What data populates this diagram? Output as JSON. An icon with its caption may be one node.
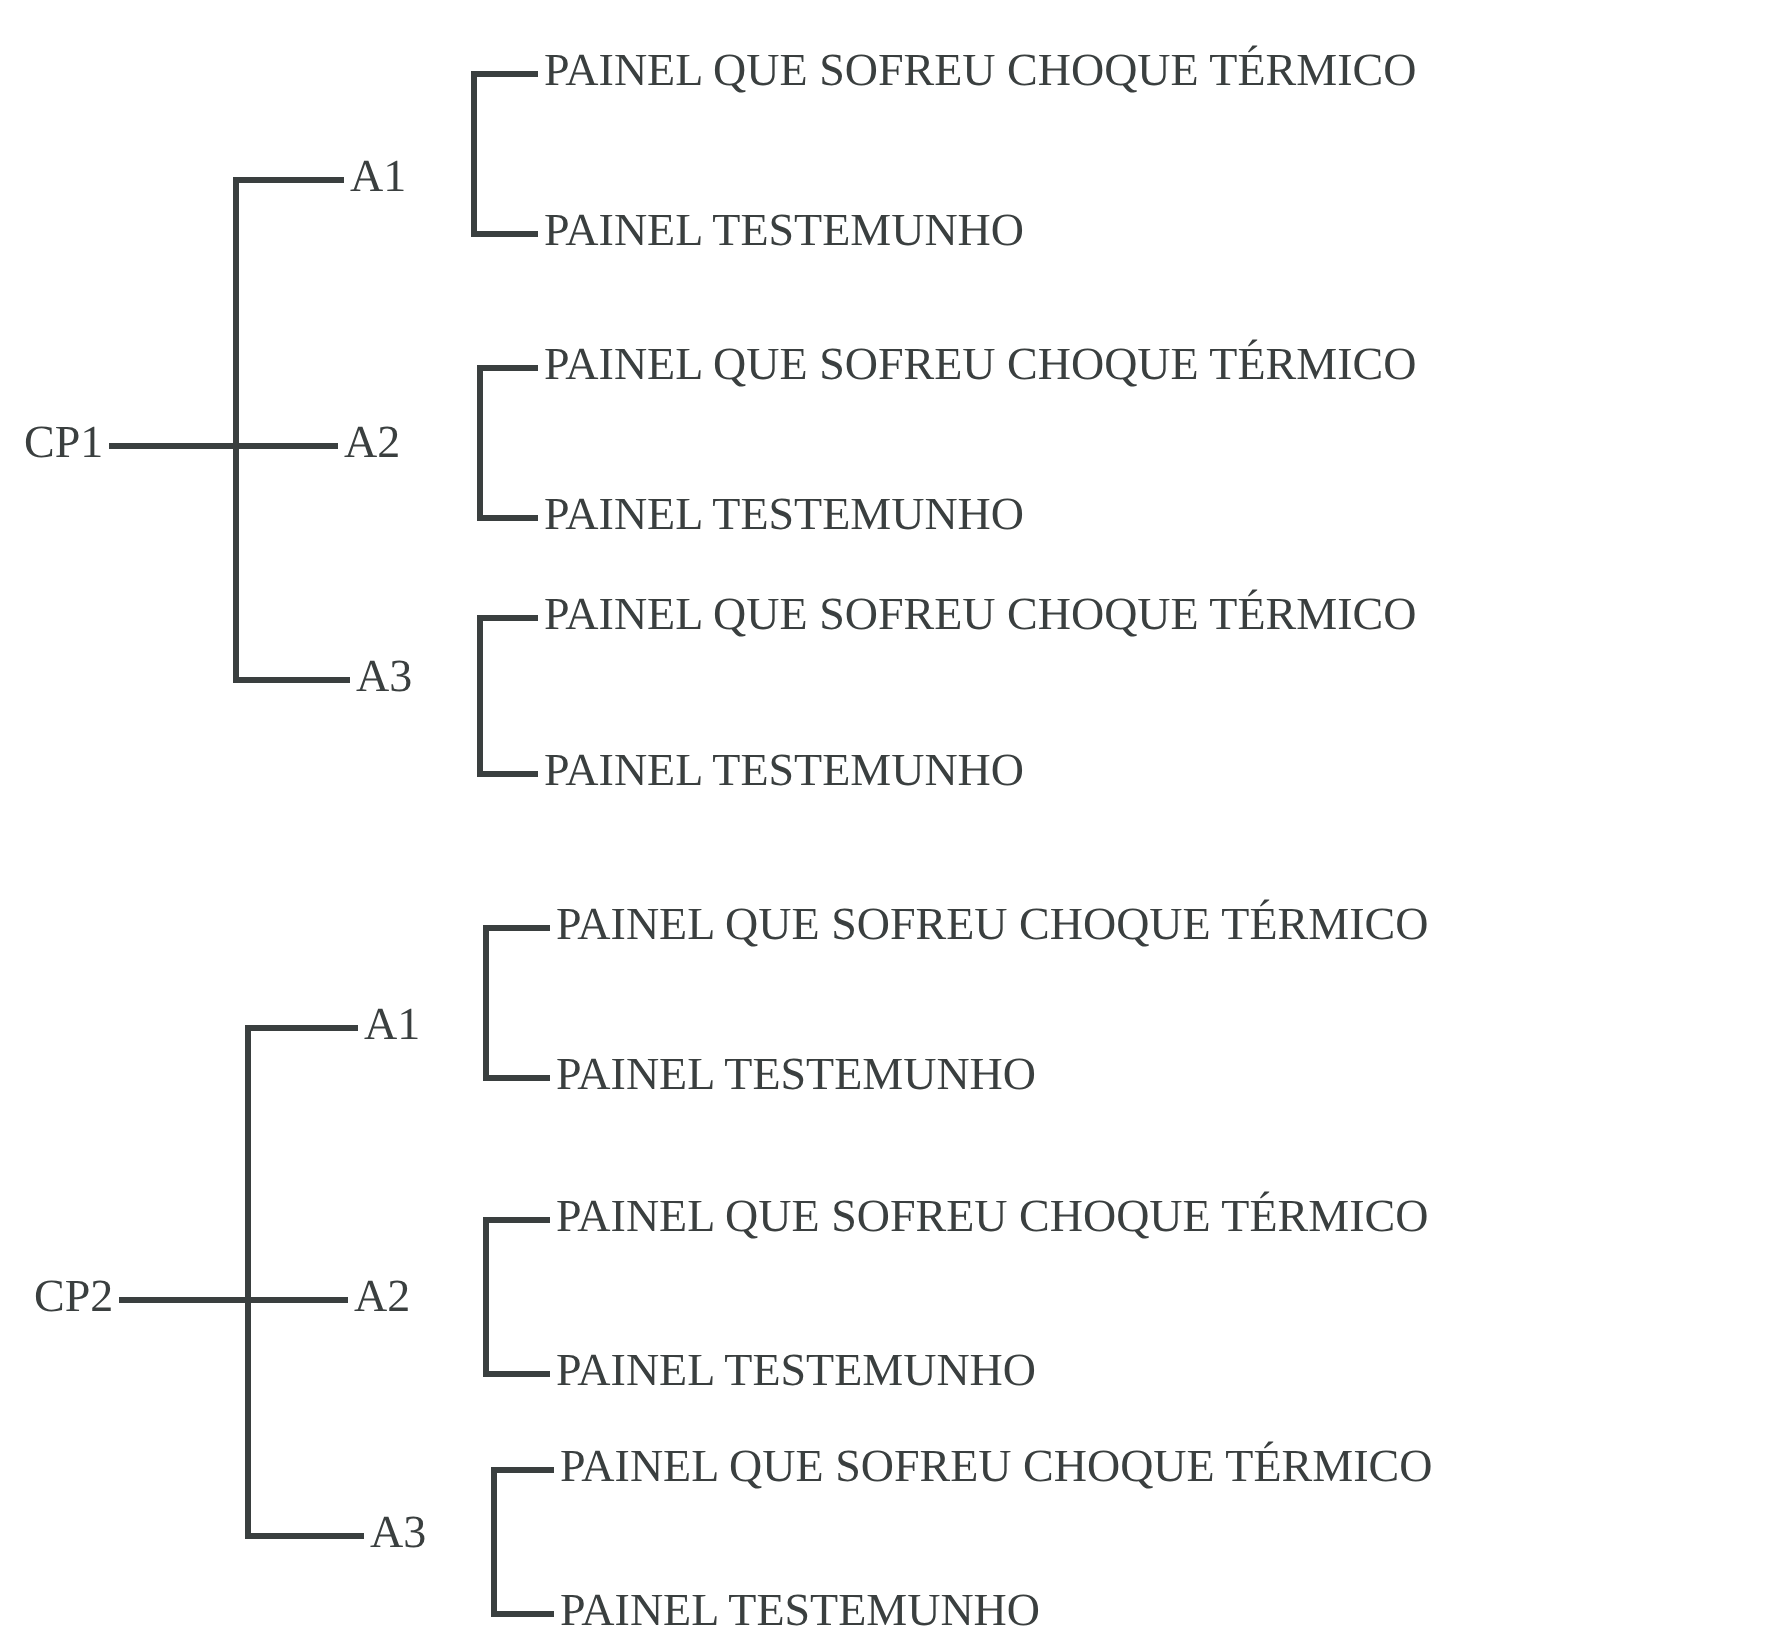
{
  "diagram": {
    "nodes": [
      {
        "text": [
          "CP1"
        ]
      },
      {
        "text": [
          "A1"
        ]
      },
      {
        "text": [
          "PAINEL QUE SOFREU CHOQUE TÉRMICO"
        ]
      },
      {
        "text": [
          "PAINEL TESTEMUNHO"
        ]
      },
      {
        "text": [
          "A2"
        ]
      },
      {
        "text": [
          "PAINEL QUE SOFREU CHOQUE TÉRMICO"
        ]
      },
      {
        "text": [
          "PAINEL TESTEMUNHO"
        ]
      },
      {
        "text": [
          "A3"
        ]
      },
      {
        "text": [
          "PAINEL QUE SOFREU CHOQUE TÉRMICO"
        ]
      },
      {
        "text": [
          "PAINEL TESTEMUNHO"
        ]
      },
      {
        "text": [
          "CP2"
        ]
      },
      {
        "text": [
          "A1"
        ]
      },
      {
        "text": [
          "PAINEL QUE SOFREU CHOQUE TÉRMICO"
        ]
      },
      {
        "text": [
          "PAINEL TESTEMUNHO"
        ]
      },
      {
        "text": [
          "A2"
        ]
      },
      {
        "text": [
          "PAINEL QUE SOFREU CHOQUE TÉRMICO"
        ]
      },
      {
        "text": [
          "PAINEL TESTEMUNHO"
        ]
      },
      {
        "text": [
          "A3"
        ]
      },
      {
        "text": [
          "PAINEL QUE SOFREU CHOQUE TÉRMICO"
        ]
      },
      {
        "text": [
          "PAINEL TESTEMUNHO"
        ]
      }
    ],
    "edges": [
      {
        "from": 0,
        "to": 1,
        "arrow": "none"
      },
      {
        "from": 0,
        "to": 4,
        "arrow": "none"
      },
      {
        "from": 0,
        "to": 7,
        "arrow": "none"
      },
      {
        "from": 1,
        "to": 2,
        "arrow": "none"
      },
      {
        "from": 1,
        "to": 3,
        "arrow": "none"
      },
      {
        "from": 4,
        "to": 5,
        "arrow": "none"
      },
      {
        "from": 4,
        "to": 6,
        "arrow": "none"
      },
      {
        "from": 7,
        "to": 8,
        "arrow": "none"
      },
      {
        "from": 7,
        "to": 9,
        "arrow": "none"
      },
      {
        "from": 10,
        "to": 11,
        "arrow": "none"
      },
      {
        "from": 10,
        "to": 14,
        "arrow": "none"
      },
      {
        "from": 10,
        "to": 17,
        "arrow": "none"
      },
      {
        "from": 11,
        "to": 12,
        "arrow": "none"
      },
      {
        "from": 11,
        "to": 13,
        "arrow": "none"
      },
      {
        "from": 14,
        "to": 15,
        "arrow": "none"
      },
      {
        "from": 14,
        "to": 16,
        "arrow": "none"
      },
      {
        "from": 17,
        "to": 18,
        "arrow": "none"
      },
      {
        "from": 17,
        "to": 19,
        "arrow": "none"
      }
    ]
  }
}
